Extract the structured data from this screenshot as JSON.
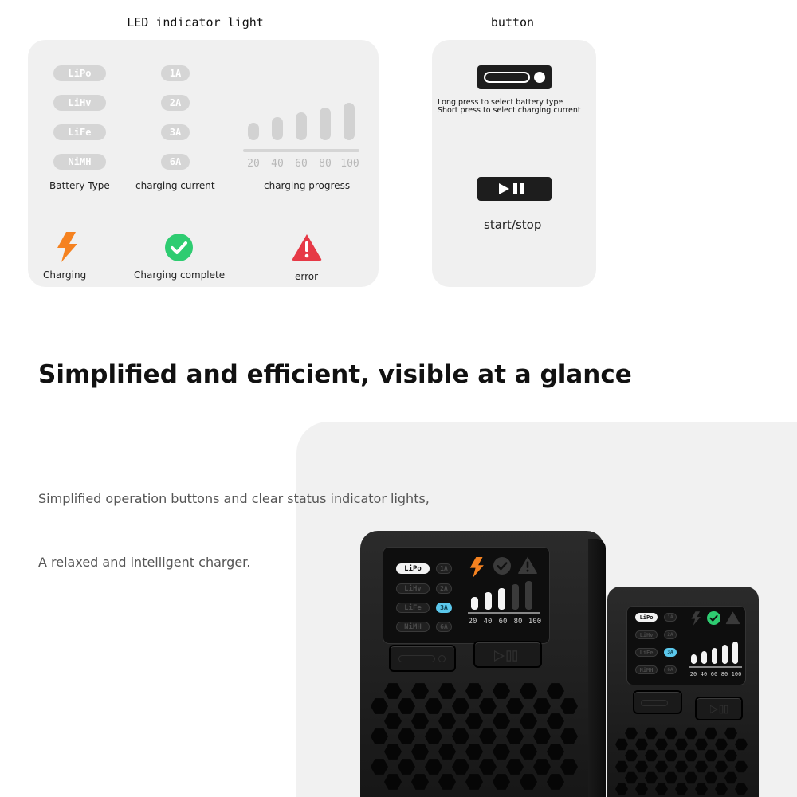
{
  "led_section": {
    "title": "LED indicator light",
    "battery_types": [
      "LiPo",
      "LiHv",
      "LiFe",
      "NiMH"
    ],
    "battery_type_caption": "Battery Type",
    "currents": [
      "1A",
      "2A",
      "3A",
      "6A"
    ],
    "current_caption": "charging current",
    "progress_ticks": [
      "20",
      "40",
      "60",
      "80",
      "100"
    ],
    "progress_caption": "charging progress",
    "status": {
      "charging": "Charging",
      "complete": "Charging complete",
      "error": "error"
    },
    "colors": {
      "charging": "#f58220",
      "complete": "#2ecc71",
      "error": "#e63946",
      "pill": "#d5d5d5"
    }
  },
  "button_section": {
    "title": "button",
    "long_press_note": "Long press to select battery type",
    "short_press_note": "Short press to select charging current",
    "start_stop_label": "start/stop"
  },
  "headline": "Simplified and efficient, visible at a glance",
  "description": {
    "line1": "Simplified operation buttons and clear status indicator lights,",
    "line2": "A relaxed and intelligent charger."
  },
  "device_big": {
    "types": [
      "LiPo",
      "LiHv",
      "LiFe",
      "NiMH"
    ],
    "currents": [
      "1A",
      "2A",
      "3A",
      "6A"
    ],
    "active_type": "LiPo",
    "active_current": "3A",
    "ticks": [
      "20",
      "40",
      "60",
      "80",
      "100"
    ],
    "progress_bars_lit": 3
  },
  "device_small": {
    "types": [
      "LiPo",
      "LiHv",
      "LiFe",
      "NiMH"
    ],
    "currents": [
      "1A",
      "2A",
      "3A",
      "6A"
    ],
    "active_type": "LiPo",
    "active_current": "3A",
    "ticks": [
      "20",
      "40",
      "60",
      "80",
      "100"
    ],
    "progress_bars_lit": 5
  }
}
